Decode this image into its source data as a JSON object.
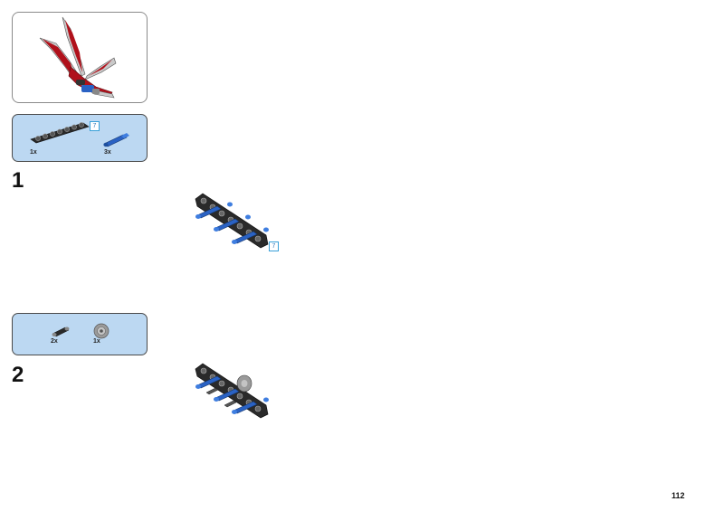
{
  "page": {
    "number": "112"
  },
  "preview": {
    "icon": "red-dragon-model"
  },
  "steps": [
    {
      "number": "1",
      "parts": [
        {
          "icon": "black-beam-7",
          "qty": "1x",
          "length": "7"
        },
        {
          "icon": "blue-axle-pin",
          "qty": "3x"
        }
      ],
      "callout_length": "7"
    },
    {
      "number": "2",
      "parts": [
        {
          "icon": "black-axle-connector",
          "qty": "2x"
        },
        {
          "icon": "gray-bush",
          "qty": "1x"
        }
      ]
    }
  ],
  "colors": {
    "parts_bg": "#bcd8f2",
    "beam": "#2a2a2a",
    "pin": "#2a62c4",
    "badge": "#3aa0d8",
    "model_red": "#b0111b"
  }
}
